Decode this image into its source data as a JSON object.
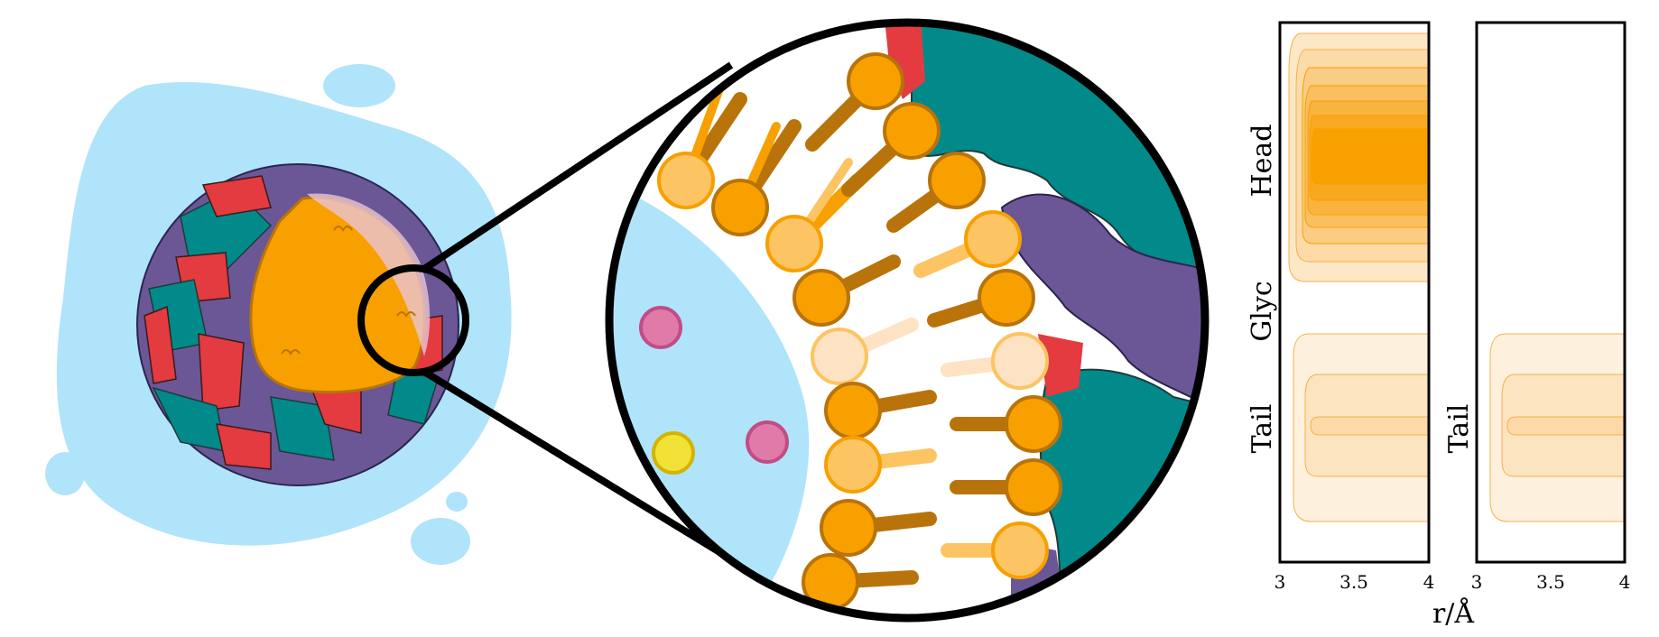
{
  "colors": {
    "water": "#b0e4fa",
    "lipid_dark": "#f7a000",
    "lipid_light": "#fcc462",
    "lipid_pale": "#fde3c4",
    "stroke_dark": "#b8730a",
    "teal": "#028a8a",
    "purple": "#6b5796",
    "red": "#e33b3f",
    "pink": "#e07aa9",
    "yellow": "#f2e238"
  },
  "panels": [
    {
      "y_labels": [
        "Head",
        "Glyc",
        "Tail"
      ],
      "x_ticks": [
        "3",
        "3.5",
        "4"
      ]
    },
    {
      "y_labels": [
        "Tail"
      ],
      "x_ticks": [
        "3",
        "3.5",
        "4"
      ]
    }
  ],
  "x_axis_label": "r/Å",
  "chart_data": [
    {
      "type": "heatmap",
      "xlim": [
        3,
        4
      ],
      "x_ticks": [
        3,
        3.5,
        4
      ],
      "rows": [
        "Head",
        "Glyc",
        "Tail"
      ],
      "regions": [
        {
          "row": "Head",
          "levels": 10,
          "peak_x": 3.2,
          "intensity": "high"
        },
        {
          "row": "Tail",
          "levels": 3,
          "peak_x": 3.2,
          "intensity": "low"
        }
      ]
    },
    {
      "type": "heatmap",
      "xlim": [
        3,
        4
      ],
      "x_ticks": [
        3,
        3.5,
        4
      ],
      "rows": [
        "Tail"
      ],
      "regions": [
        {
          "row": "Tail",
          "levels": 3,
          "peak_x": 3.2,
          "intensity": "low"
        }
      ]
    }
  ]
}
